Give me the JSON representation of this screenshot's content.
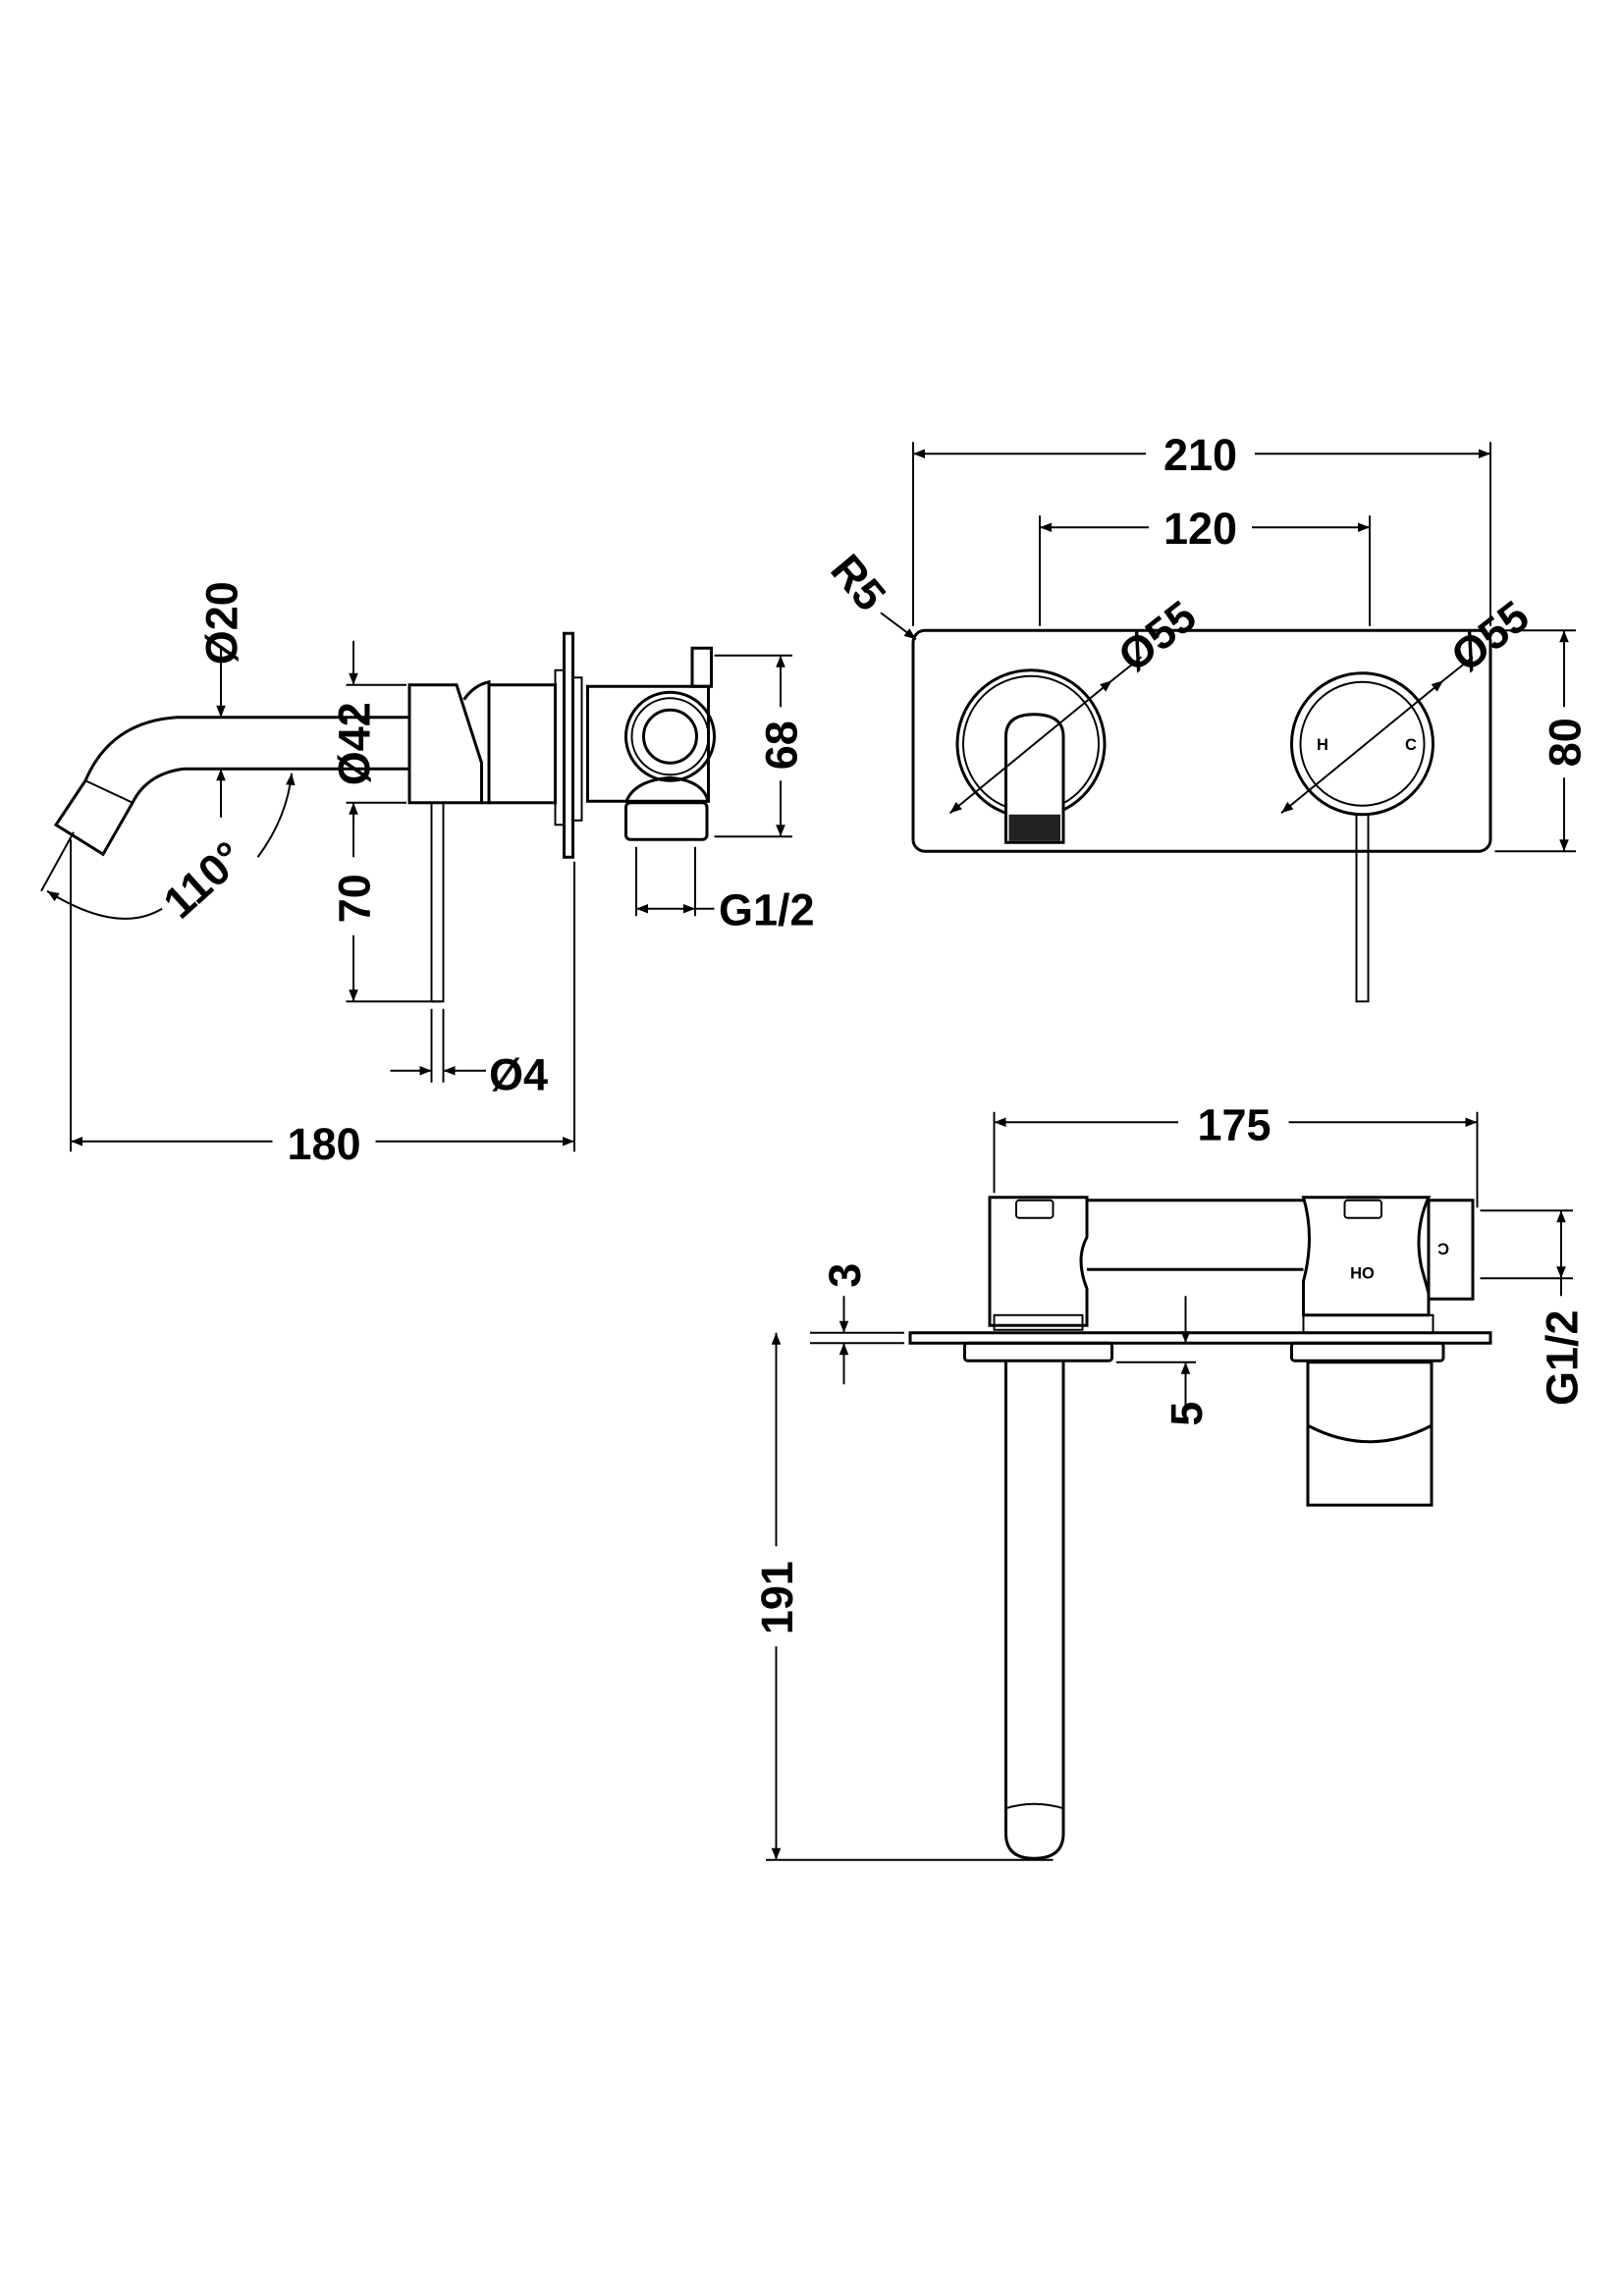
{
  "drawing": {
    "front_view": {
      "width_overall": "210",
      "valve_centres": "120",
      "corner_radius": "R5",
      "spout_rose_dia": "Ø55",
      "handle_dia": "Ø55",
      "plate_height": "80",
      "hot_mark": "H",
      "cold_mark": "C"
    },
    "side_view": {
      "spout_dia": "Ø20",
      "body_dia": "Ø42",
      "body_depth": "68",
      "spout_angle": "110°",
      "lever_length": "70",
      "inlet_thread": "G1/2",
      "lever_dia": "Ø4",
      "projection": "180"
    },
    "plan_view": {
      "body_length": "175",
      "plate_thickness": "3",
      "flange_thickness": "5",
      "inlet_thread": "G1/2",
      "spout_drop": "191",
      "body_mark": "HO",
      "cold_mark": "C"
    }
  }
}
